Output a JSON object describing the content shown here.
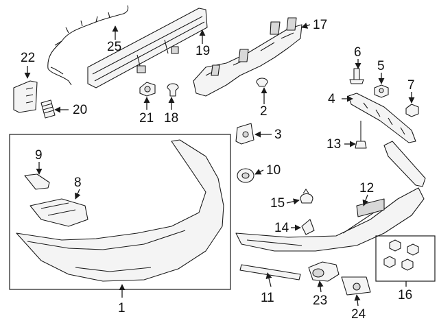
{
  "callouts": {
    "c1": "1",
    "c2": "2",
    "c3": "3",
    "c4": "4",
    "c5": "5",
    "c6": "6",
    "c7": "7",
    "c8": "8",
    "c9": "9",
    "c10": "10",
    "c11": "11",
    "c12": "12",
    "c13": "13",
    "c14": "14",
    "c15": "15",
    "c16": "16",
    "c17": "17",
    "c18": "18",
    "c19": "19",
    "c20": "20",
    "c21": "21",
    "c22": "22",
    "c23": "23",
    "c24": "24",
    "c25": "25"
  },
  "colors": {
    "line": "#1a1a1a",
    "fill": "#f4f4f4",
    "background": "#ffffff"
  }
}
